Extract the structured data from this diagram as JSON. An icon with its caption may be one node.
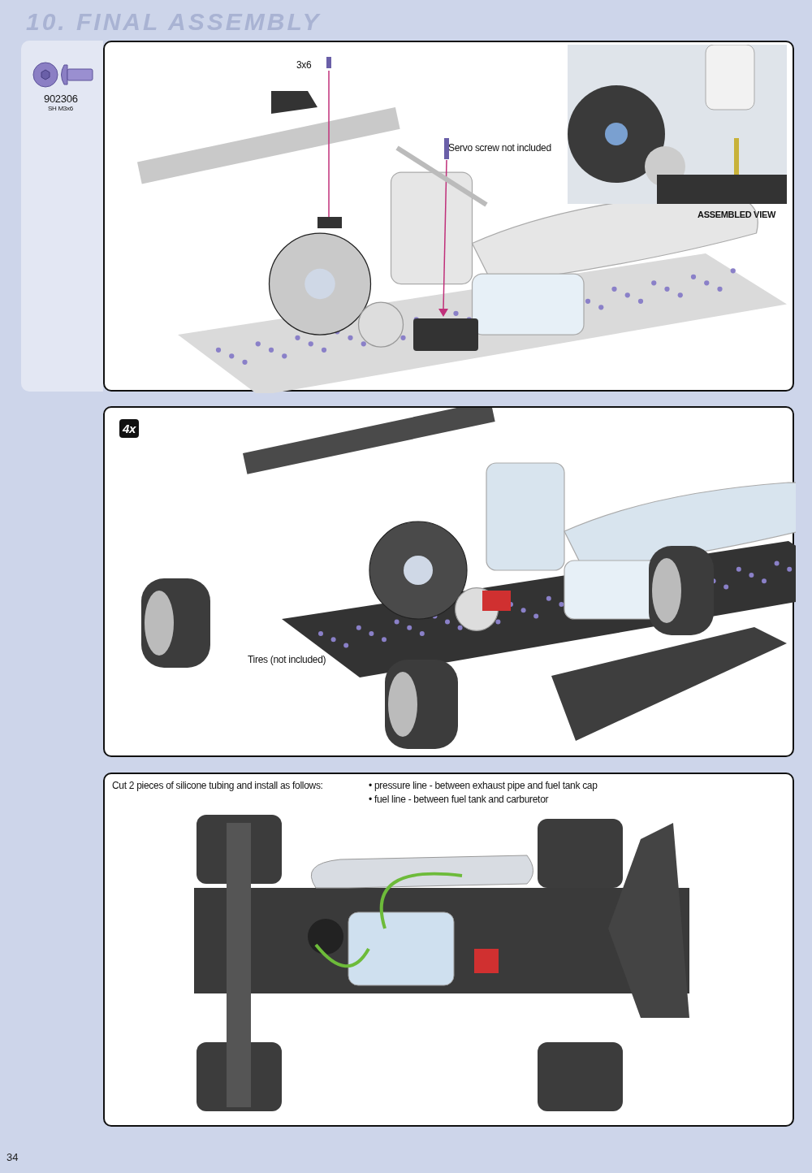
{
  "diagram": {
    "title": "10. FINAL ASSEMBLY",
    "nodes": [
      {
        "text": [
          "902306",
          "SH M3x6"
        ]
      },
      {
        "text": [
          "3x6",
          "Servo screw not included"
        ]
      },
      {
        "text": [
          "ASSEMBLED VIEW"
        ],
        "in": 1
      },
      {
        "text": [
          "4x",
          "Tires (not included)"
        ]
      },
      {
        "text": [
          "Cut 2 pieces of silicone tubing and install as follows:",
          "• pressure line - between exhaust pipe and fuel tank cap",
          "• fuel line - between fuel tank and carburetor"
        ]
      }
    ],
    "labels": [
      "34"
    ]
  }
}
